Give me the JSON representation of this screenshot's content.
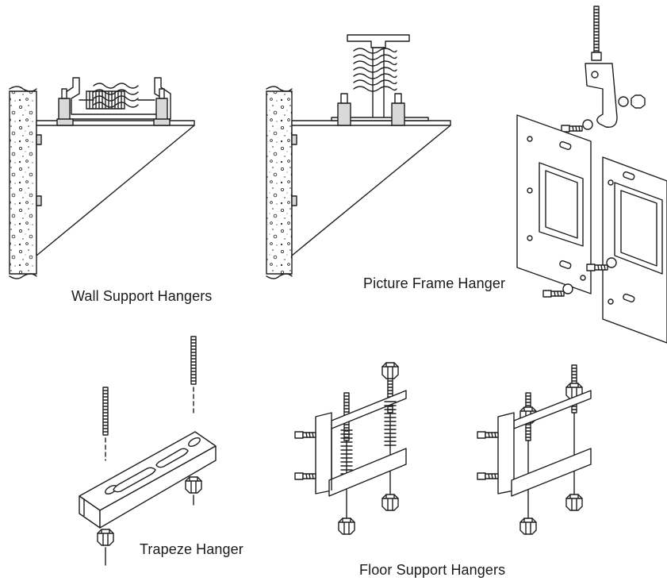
{
  "labels": {
    "wall_support": "Wall Support Hangers",
    "picture_frame": "Picture Frame Hanger",
    "trapeze": "Trapeze Hanger",
    "floor_support": "Floor Support Hangers"
  }
}
